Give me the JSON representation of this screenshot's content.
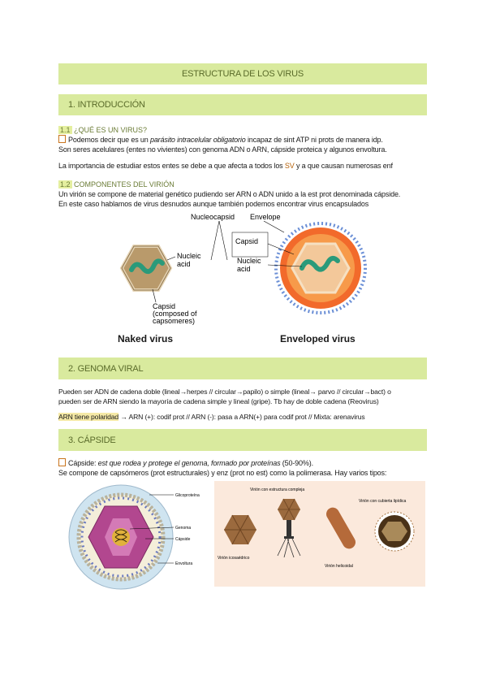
{
  "title": "ESTRUCTURA DE LOS VIRUS",
  "s1": {
    "heading": "1. INTRODUCCIÓN",
    "sub1_num": "1.1",
    "sub1_title": "¿QUÉ ES UN VIRUS?",
    "p1_a": "Podemos decir que es un ",
    "p1_em": "parásito intracelular obligatorio",
    "p1_b": " incapaz de sint ATP ni prots de manera idp.",
    "p2": "Son seres acelulares (entes no vivientes) con genoma ADN o ARN, cápside proteica y algunos envoltura.",
    "p3_a": "La importancia de estudiar estos entes se debe a que afecta a todos los ",
    "p3_b": "SV",
    "p3_c": " y a que causan numerosas enf",
    "sub2_num": "1.2",
    "sub2_title": "COMPONENTES DEL VIRIÓN",
    "p4": "Un virión se compone de material genético pudiendo ser ARN o ADN unido a la est prot denominada cápside.",
    "p5": "En este caso hablamos de virus desnudos aunque también podemos encontrar virus encapsulados"
  },
  "fig1": {
    "nucleocapsid": "Nucleocapsid",
    "envelope": "Envelope",
    "capsid": "Capsid",
    "nucleic1": "Nucleic",
    "acid1": "acid",
    "nucleic2": "Nucleic",
    "acid2": "acid",
    "capsid_label": "Capsid",
    "composed1": "(composed of",
    "composed2": "capsomeres)",
    "naked": "Naked virus",
    "enveloped": "Enveloped virus"
  },
  "s2": {
    "heading": "2. GENOMA VIRAL",
    "p1": "Pueden ser ADN de cadena doble (lineal→herpes // circular→papilo) o simple (lineal→ parvo // circular→bact) o",
    "p2": "pueden ser de ARN siendo la mayoría de cadena simple y lineal (gripe). Tb hay de doble cadena (Reovirus)",
    "p3_hl": "ARN tiene polaridad",
    "p3_rest": " → ARN (+): codif prot // ARN (-):  pasa a ARN(+) para codif prot // Mixta: arenavirus"
  },
  "s3": {
    "heading": "3. CÁPSIDE",
    "p1_a": "Cápside: ",
    "p1_em": "est que rodea y protege el genoma, formado por proteínas",
    "p1_b": " (50-90%).",
    "p2": "Se compone de capsómeros (prot estructurales) y enz (prot no est) como la polimerasa. Hay varios tipos:"
  },
  "fig2": {
    "glico": "Glicoproteína",
    "genoma": "Genoma",
    "capside": "Cápside",
    "envoltura": "Envoltura"
  },
  "fig3": {
    "compleja": "Virión con estructura compleja",
    "lipidica": "Virión con cubierta lipídica",
    "icosa": "Virión icosaédrico",
    "helicoidal": "Virión helicoidal"
  }
}
